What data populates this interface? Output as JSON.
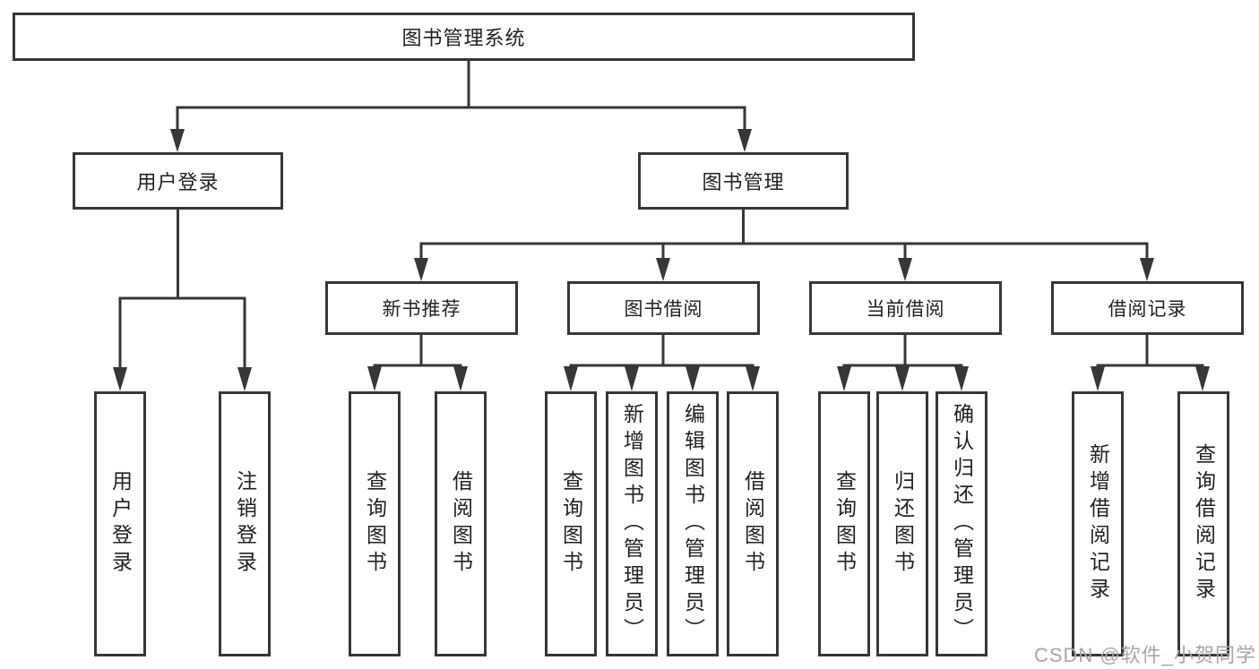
{
  "watermark": "CSDN @软件_小贺同学",
  "colors": {
    "line": "#373737",
    "text": "#222222",
    "watermark_gray": "#a7a7a7",
    "background": "#ffffff"
  },
  "tree": {
    "root": {
      "label": "图书管理系统"
    },
    "branches": [
      {
        "label": "用户登录",
        "children": [
          {
            "label": "用户登录"
          },
          {
            "label": "注销登录"
          }
        ]
      },
      {
        "label": "图书管理",
        "groups": [
          {
            "label": "新书推荐",
            "children": [
              {
                "label": "查询图书"
              },
              {
                "label": "借阅图书"
              }
            ]
          },
          {
            "label": "图书借阅",
            "children": [
              {
                "label": "查询图书"
              },
              {
                "label": "新增图书（管理员）"
              },
              {
                "label": "编辑图书（管理员）"
              },
              {
                "label": "借阅图书"
              }
            ]
          },
          {
            "label": "当前借阅",
            "children": [
              {
                "label": "查询图书"
              },
              {
                "label": "归还图书"
              },
              {
                "label": "确认归还（管理员）"
              }
            ]
          },
          {
            "label": "借阅记录",
            "children": [
              {
                "label": "新增借阅记录"
              },
              {
                "label": "查询借阅记录"
              }
            ]
          }
        ]
      }
    ]
  }
}
